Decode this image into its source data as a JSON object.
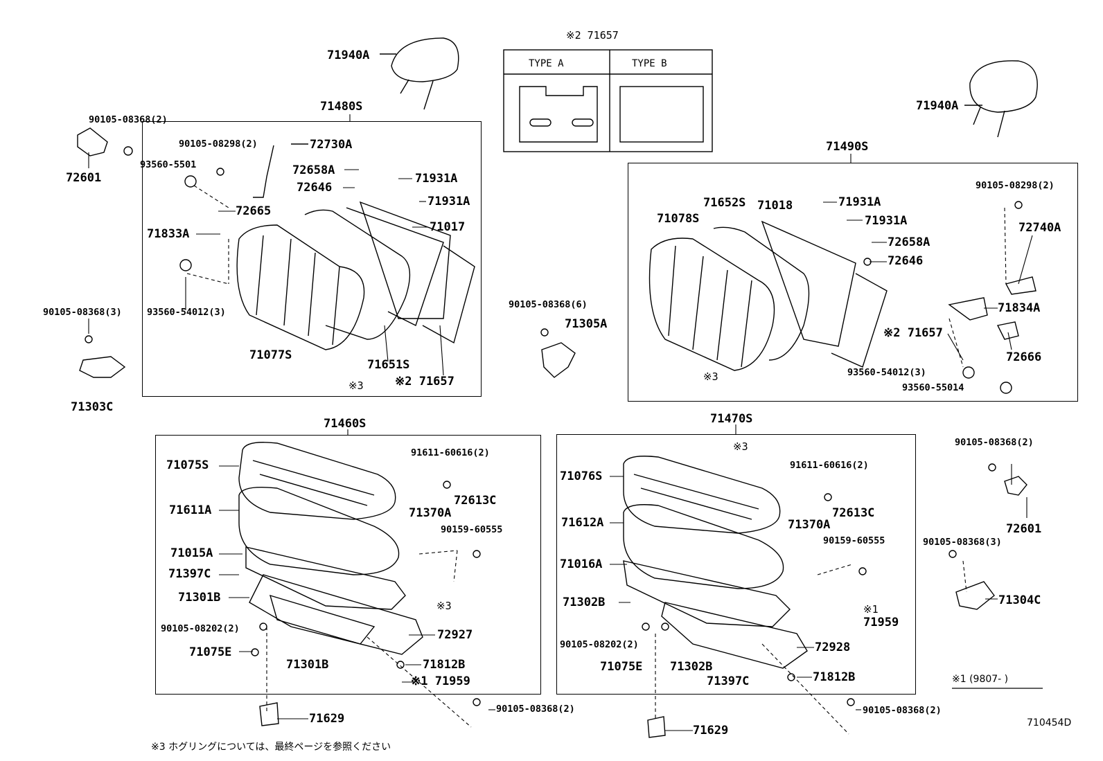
{
  "top_insert": {
    "header": "※2 71657",
    "type_a": "TYPE A",
    "type_b": "TYPE B"
  },
  "groups": {
    "g71480s": "71480S",
    "g71490s": "71490S",
    "g71460s": "71460S",
    "g71470s": "71470S"
  },
  "labels": {
    "l71940a_left": "71940A",
    "l71940a_right": "71940A",
    "l90105_08368_2_tl": "90105-08368(2)",
    "l72601_left": "72601",
    "l90105_08298_2_a": "90105-08298(2)",
    "l72730a": "72730A",
    "l93560_5501": "93560-5501",
    "l72658a_a": "72658A",
    "l72646_a": "72646",
    "l71931a_a1": "71931A",
    "l71931a_a2": "71931A",
    "l72665": "72665",
    "l71833a": "71833A",
    "l71017": "71017",
    "l90105_08368_3_l": "90105-08368(3)",
    "l93560_54012_3_a": "93560-54012(3)",
    "l71077s": "71077S",
    "l71651s": "71651S",
    "l71657_a": "※2 71657",
    "l71303c": "71303C",
    "l71652s": "71652S",
    "l71018": "71018",
    "l71931a_b1": "71931A",
    "l71931a_b2": "71931A",
    "l71078s": "71078S",
    "l90105_08298_2_b": "90105-08298(2)",
    "l72740a": "72740A",
    "l72658a_b": "72658A",
    "l72646_b": "72646",
    "l71834a": "71834A",
    "l71657_b": "※2 71657",
    "l72666": "72666",
    "l93560_54012_3_b": "93560-54012(3)",
    "l93560_55014": "93560-55014",
    "l90105_08368_6": "90105-08368(6)",
    "l71305a": "71305A",
    "l71075s": "71075S",
    "l91611_60616_a": "91611-60616(2)",
    "l71611a": "71611A",
    "l72613c_a": "72613C",
    "l71370a_a": "71370A",
    "l90159_60555_a": "90159-60555",
    "l71015a": "71015A",
    "l71397c_a": "71397C",
    "l71301b_a": "71301B",
    "l90105_08202_a": "90105-08202(2)",
    "l72927": "72927",
    "l71075e_a": "71075E",
    "l71812b_a": "71812B",
    "l71301b_b": "71301B",
    "l71959_a": "※1 71959",
    "l71629_a": "71629",
    "l90105_08368_2_bl": "90105-08368(2)",
    "l71076s": "71076S",
    "l91611_60616_b": "91611-60616(2)",
    "l71612a": "71612A",
    "l72613c_b": "72613C",
    "l71370a_b": "71370A",
    "l90159_60555_b": "90159-60555",
    "l71016a": "71016A",
    "l71302b_a": "71302B",
    "l71959_b_mark": "※1",
    "l71959_b": "71959",
    "l90105_08202_b": "90105-08202(2)",
    "l72928": "72928",
    "l71075e_b": "71075E",
    "l71302b_b": "71302B",
    "l71397c_b": "71397C",
    "l71812b_b": "71812B",
    "l71629_b": "71629",
    "l90105_08368_2_br": "90105-08368(2)",
    "l90105_08368_2_r": "90105-08368(2)",
    "l72601_right": "72601",
    "l90105_08368_3_r": "90105-08368(3)",
    "l71304c": "71304C",
    "hog_a": "※3",
    "hog_b": "※3",
    "hog_c": "※3",
    "hog_d": "※3"
  },
  "footnote": "※3 ホグリングについては、最終ページを参照ください",
  "period_note": "※1 (9807-    )",
  "ref_code": "710454D"
}
